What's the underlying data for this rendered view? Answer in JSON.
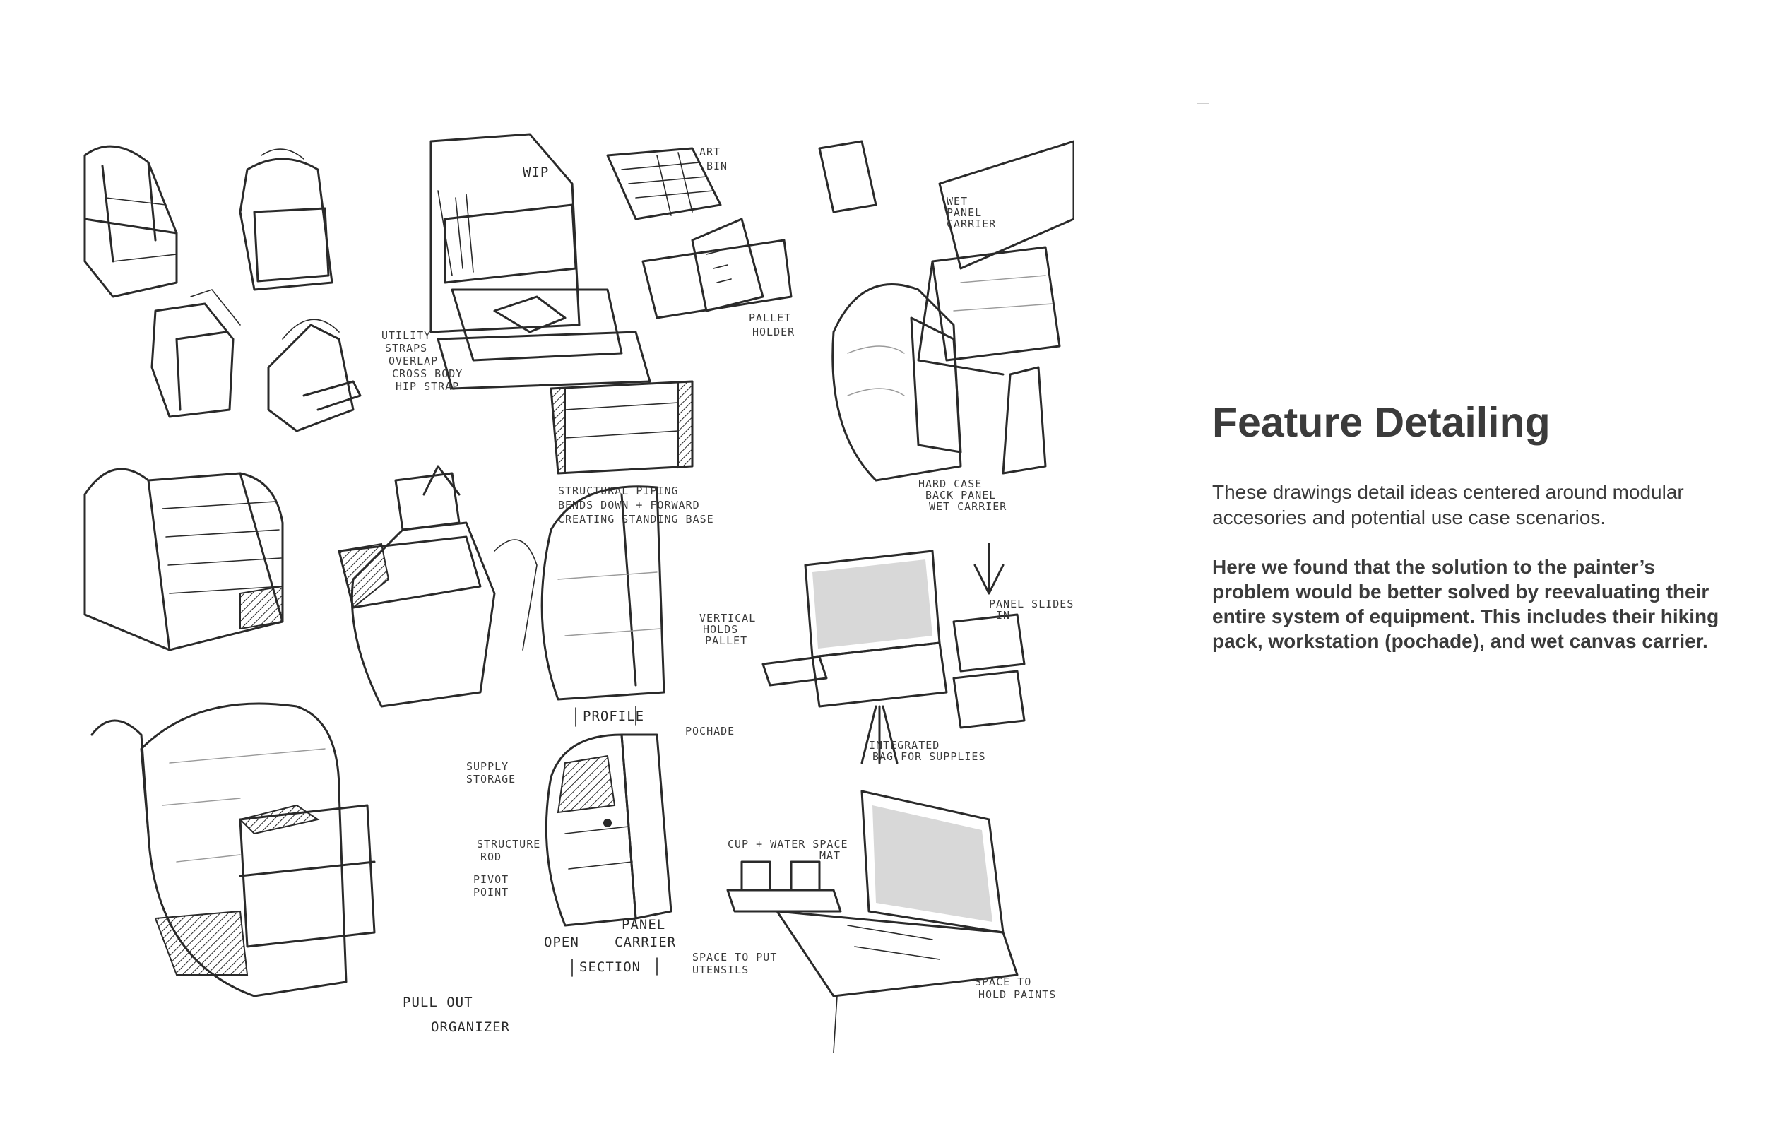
{
  "panel": {
    "title": "Feature Detailing",
    "intro": "These drawings detail ideas centered around modular accesories and potential use case scenarios.",
    "body": "Here we found that the solution to the painter’s problem would be better solved by reevaluating their entire system of equipment. This includes their hiking pack, workstation (pochade), and wet canvas carrier."
  },
  "sketch_notes": {
    "wip": "WIP",
    "art_bin": [
      "ART",
      "BIN"
    ],
    "pallet_holder": [
      "PALLET",
      "HOLDER"
    ],
    "wet_panel_carrier": [
      "WET",
      "PANEL",
      "CARRIER"
    ],
    "utility_straps": [
      "UTILITY",
      "STRAPS",
      "OVERLAP",
      "CROSS BODY",
      "HIP STRAP"
    ],
    "structural_piping": [
      "STRUCTURAL PIPING",
      "BENDS DOWN + FORWARD",
      "CREATING STANDING BASE"
    ],
    "hard_case": [
      "HARD CASE",
      "BACK PANEL",
      "WET CARRIER"
    ],
    "vertical_holds": [
      "VERTICAL",
      "HOLDS",
      "PALLET"
    ],
    "panel_slides": [
      "PANEL SLIDES",
      "IN"
    ],
    "integrated_bag": [
      "INTEGRATED",
      "BAG FOR SUPPLIES"
    ],
    "profile": "PROFILE",
    "supply_storage": [
      "SUPPLY",
      "STORAGE"
    ],
    "pochade": "POCHADE",
    "structure_rod": [
      "STRUCTURE",
      "ROD"
    ],
    "pivot_point": [
      "PIVOT",
      "POINT"
    ],
    "open": "OPEN",
    "panel_carrier": [
      "PANEL",
      "CARRIER"
    ],
    "section": "SECTION",
    "cup_water": [
      "CUP + WATER SPACE",
      "MAT"
    ],
    "space_utensils": [
      "SPACE TO PUT",
      "UTENSILS"
    ],
    "space_paints": [
      "SPACE TO",
      "HOLD PAINTS"
    ],
    "pull_out": [
      "PULL OUT",
      "ORGANIZER"
    ]
  }
}
